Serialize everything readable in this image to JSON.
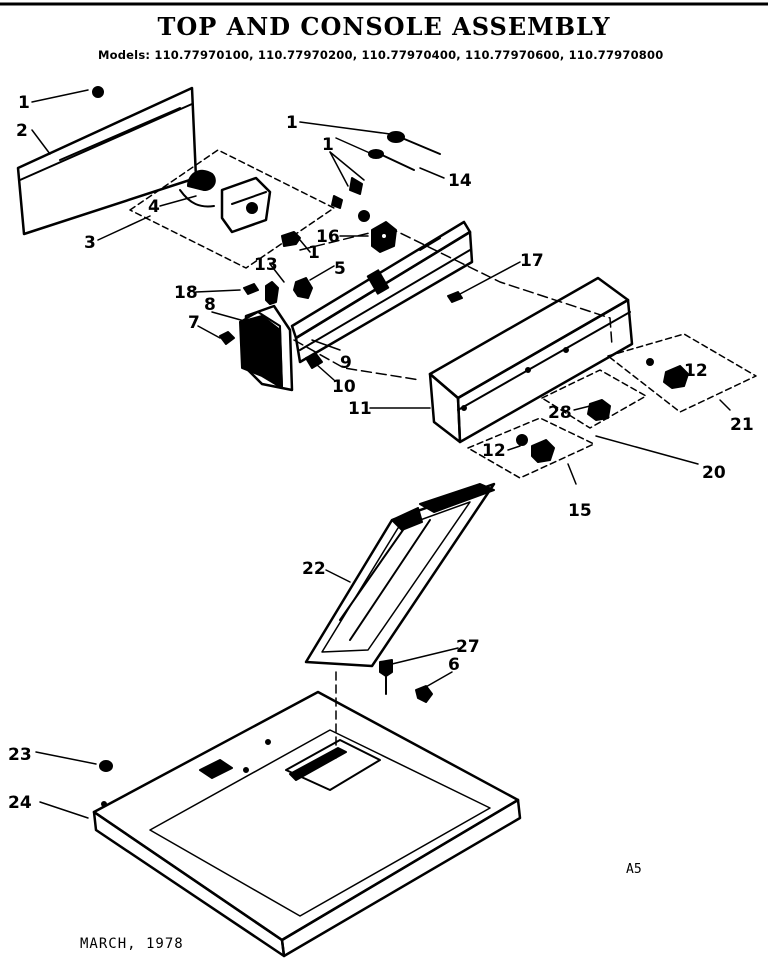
{
  "header": {
    "title": "TOP AND CONSOLE ASSEMBLY",
    "models": "Models: 110.77970100, 110.77970200, 110.77970400, 110.77970600, 110.77970800"
  },
  "footer": {
    "date": "MARCH, 1978",
    "page_code": "A5"
  },
  "callouts": {
    "c1a": "1",
    "c2": "2",
    "c3": "3",
    "c4": "4",
    "c1b": "1",
    "c1c": "1",
    "c14": "14",
    "c16": "16",
    "c1d": "1",
    "c13": "13",
    "c5": "5",
    "c17": "17",
    "c18": "18",
    "c8": "8",
    "c7": "7",
    "c9": "9",
    "c10": "10",
    "c11": "11",
    "c12a": "12",
    "c28": "28",
    "c12b": "12",
    "c21": "21",
    "c20": "20",
    "c15": "15",
    "c22": "22",
    "c27": "27",
    "c6": "6",
    "c23": "23",
    "c24": "24"
  }
}
